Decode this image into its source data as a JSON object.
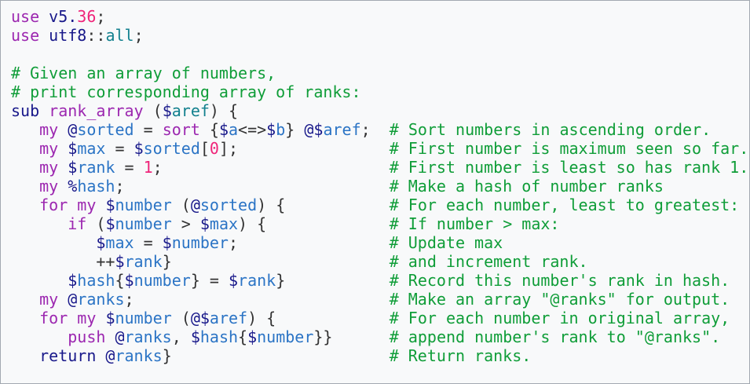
{
  "page": {
    "background": "#f8f9fa",
    "border_color": "#a2a9b1"
  },
  "palette": {
    "kw": "#9c27b0",
    "kw2": "#18188a",
    "var": "#2b74c5",
    "mod": "#12808e",
    "num": "#ef2479",
    "com": "#0f9d38",
    "pun": "#333333"
  },
  "code": {
    "language_hint": "perl",
    "lines": [
      {
        "tokens": [
          [
            "use",
            "kw"
          ],
          [
            " ",
            "pun"
          ],
          [
            "v5.",
            "kw2"
          ],
          [
            "36",
            "num"
          ],
          [
            ";",
            "pun"
          ]
        ]
      },
      {
        "tokens": [
          [
            "use",
            "kw"
          ],
          [
            " ",
            "pun"
          ],
          [
            "utf8",
            "kw2"
          ],
          [
            "::",
            "pun"
          ],
          [
            "all",
            "mod"
          ],
          [
            ";",
            "pun"
          ]
        ]
      },
      {
        "tokens": []
      },
      {
        "tokens": [
          [
            "# Given an array of numbers,",
            "com"
          ]
        ]
      },
      {
        "tokens": [
          [
            "# print corresponding array of ranks:",
            "com"
          ]
        ]
      },
      {
        "tokens": [
          [
            "sub",
            "kw2"
          ],
          [
            " ",
            "pun"
          ],
          [
            "rank_array",
            "kw"
          ],
          [
            " (",
            "pun"
          ],
          [
            "$",
            "kw2"
          ],
          [
            "aref",
            "mod"
          ],
          [
            ") {",
            "pun"
          ]
        ]
      },
      {
        "tokens": [
          [
            "   ",
            "pun"
          ],
          [
            "my",
            "kw"
          ],
          [
            " ",
            "pun"
          ],
          [
            "@",
            "kw2"
          ],
          [
            "sorted",
            "var"
          ],
          [
            " = ",
            "pun"
          ],
          [
            "sort",
            "kw"
          ],
          [
            " {",
            "pun"
          ],
          [
            "$",
            "kw2"
          ],
          [
            "a",
            "var"
          ],
          [
            "<=>",
            "pun"
          ],
          [
            "$",
            "kw2"
          ],
          [
            "b",
            "var"
          ],
          [
            "} ",
            "pun"
          ],
          [
            "@$",
            "kw2"
          ],
          [
            "aref",
            "var"
          ],
          [
            ";",
            "pun"
          ],
          [
            "  ",
            "pun"
          ],
          [
            "# Sort numbers in ascending order.",
            "com"
          ]
        ]
      },
      {
        "tokens": [
          [
            "   ",
            "pun"
          ],
          [
            "my",
            "kw"
          ],
          [
            " ",
            "pun"
          ],
          [
            "$",
            "kw2"
          ],
          [
            "max",
            "var"
          ],
          [
            " = ",
            "pun"
          ],
          [
            "$",
            "kw2"
          ],
          [
            "sorted",
            "var"
          ],
          [
            "[",
            "pun"
          ],
          [
            "0",
            "num"
          ],
          [
            "]",
            "pun"
          ],
          [
            ";",
            "pun"
          ],
          [
            "                ",
            "pun"
          ],
          [
            "# First number is maximum seen so far.",
            "com"
          ]
        ]
      },
      {
        "tokens": [
          [
            "   ",
            "pun"
          ],
          [
            "my",
            "kw"
          ],
          [
            " ",
            "pun"
          ],
          [
            "$",
            "kw2"
          ],
          [
            "rank",
            "var"
          ],
          [
            " = ",
            "pun"
          ],
          [
            "1",
            "num"
          ],
          [
            ";",
            "pun"
          ],
          [
            "                        ",
            "pun"
          ],
          [
            "# First number is least so has rank 1.",
            "com"
          ]
        ]
      },
      {
        "tokens": [
          [
            "   ",
            "pun"
          ],
          [
            "my",
            "kw"
          ],
          [
            " ",
            "pun"
          ],
          [
            "%",
            "kw2"
          ],
          [
            "hash",
            "var"
          ],
          [
            ";",
            "pun"
          ],
          [
            "                            ",
            "pun"
          ],
          [
            "# Make a hash of number ranks",
            "com"
          ]
        ]
      },
      {
        "tokens": [
          [
            "   ",
            "pun"
          ],
          [
            "for",
            "kw"
          ],
          [
            " ",
            "pun"
          ],
          [
            "my",
            "kw"
          ],
          [
            " ",
            "pun"
          ],
          [
            "$",
            "kw2"
          ],
          [
            "number",
            "var"
          ],
          [
            " (",
            "pun"
          ],
          [
            "@",
            "kw2"
          ],
          [
            "sorted",
            "var"
          ],
          [
            ") {",
            "pun"
          ],
          [
            "           ",
            "pun"
          ],
          [
            "# For each number, least to greatest:",
            "com"
          ]
        ]
      },
      {
        "tokens": [
          [
            "      ",
            "pun"
          ],
          [
            "if",
            "kw"
          ],
          [
            " (",
            "pun"
          ],
          [
            "$",
            "kw2"
          ],
          [
            "number",
            "var"
          ],
          [
            " > ",
            "pun"
          ],
          [
            "$",
            "kw2"
          ],
          [
            "max",
            "var"
          ],
          [
            ") {",
            "pun"
          ],
          [
            "             ",
            "pun"
          ],
          [
            "# If number > max:",
            "com"
          ]
        ]
      },
      {
        "tokens": [
          [
            "         ",
            "pun"
          ],
          [
            "$",
            "kw2"
          ],
          [
            "max",
            "var"
          ],
          [
            " = ",
            "pun"
          ],
          [
            "$",
            "kw2"
          ],
          [
            "number",
            "var"
          ],
          [
            ";",
            "pun"
          ],
          [
            "                ",
            "pun"
          ],
          [
            "# Update max",
            "com"
          ]
        ]
      },
      {
        "tokens": [
          [
            "         ",
            "pun"
          ],
          [
            "++",
            "pun"
          ],
          [
            "$",
            "kw2"
          ],
          [
            "rank",
            "var"
          ],
          [
            "}",
            "pun"
          ],
          [
            "                       ",
            "pun"
          ],
          [
            "# and increment rank.",
            "com"
          ]
        ]
      },
      {
        "tokens": [
          [
            "      ",
            "pun"
          ],
          [
            "$",
            "kw2"
          ],
          [
            "hash",
            "var"
          ],
          [
            "{",
            "pun"
          ],
          [
            "$",
            "kw2"
          ],
          [
            "number",
            "var"
          ],
          [
            "} = ",
            "pun"
          ],
          [
            "$",
            "kw2"
          ],
          [
            "rank",
            "var"
          ],
          [
            "}",
            "pun"
          ],
          [
            "           ",
            "pun"
          ],
          [
            "# Record this number's rank in hash.",
            "com"
          ]
        ]
      },
      {
        "tokens": [
          [
            "   ",
            "pun"
          ],
          [
            "my",
            "kw"
          ],
          [
            " ",
            "pun"
          ],
          [
            "@",
            "kw2"
          ],
          [
            "ranks",
            "var"
          ],
          [
            ";",
            "pun"
          ],
          [
            "                           ",
            "pun"
          ],
          [
            "# Make an array \"@ranks\" for output.",
            "com"
          ]
        ]
      },
      {
        "tokens": [
          [
            "   ",
            "pun"
          ],
          [
            "for",
            "kw"
          ],
          [
            " ",
            "pun"
          ],
          [
            "my",
            "kw"
          ],
          [
            " ",
            "pun"
          ],
          [
            "$",
            "kw2"
          ],
          [
            "number",
            "var"
          ],
          [
            " (",
            "pun"
          ],
          [
            "@$",
            "kw2"
          ],
          [
            "aref",
            "var"
          ],
          [
            ") {",
            "pun"
          ],
          [
            "            ",
            "pun"
          ],
          [
            "# For each number in original array,",
            "com"
          ]
        ]
      },
      {
        "tokens": [
          [
            "      ",
            "pun"
          ],
          [
            "push",
            "kw"
          ],
          [
            " ",
            "pun"
          ],
          [
            "@",
            "kw2"
          ],
          [
            "ranks",
            "var"
          ],
          [
            ", ",
            "pun"
          ],
          [
            "$",
            "kw2"
          ],
          [
            "hash",
            "var"
          ],
          [
            "{",
            "pun"
          ],
          [
            "$",
            "kw2"
          ],
          [
            "number",
            "var"
          ],
          [
            "}}",
            "pun"
          ],
          [
            "      ",
            "pun"
          ],
          [
            "# append number's rank to \"@ranks\".",
            "com"
          ]
        ]
      },
      {
        "tokens": [
          [
            "   ",
            "pun"
          ],
          [
            "return",
            "kw2"
          ],
          [
            " ",
            "pun"
          ],
          [
            "@",
            "kw2"
          ],
          [
            "ranks",
            "var"
          ],
          [
            "}",
            "pun"
          ],
          [
            "                       ",
            "pun"
          ],
          [
            "# Return ranks.",
            "com"
          ]
        ]
      }
    ]
  }
}
